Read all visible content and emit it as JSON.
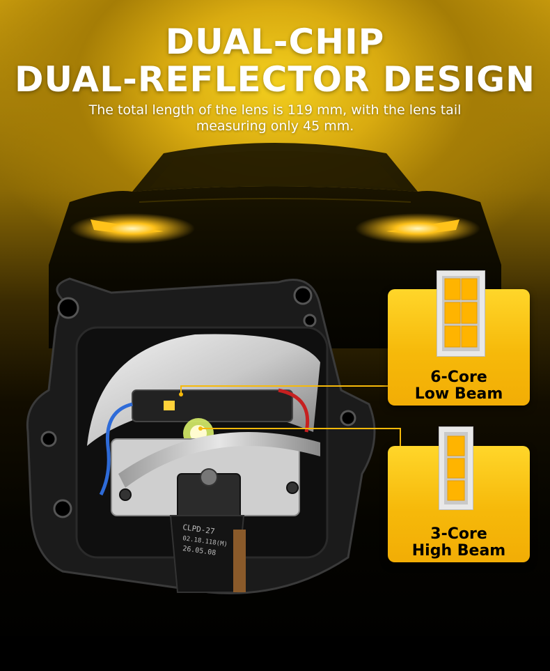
{
  "headline": {
    "line1": "DUAL-CHIP",
    "line2": "DUAL-REFLECTOR DESIGN"
  },
  "subtitle": {
    "line1": "The total length of the lens is 119 mm, with the lens tail",
    "line2": "measuring only 45 mm."
  },
  "low_beam": {
    "label_line1": "6-Core",
    "label_line2": "Low Beam"
  },
  "high_beam": {
    "label_line1": "3-Core",
    "label_line2": "High Beam"
  },
  "motor_label": {
    "line1": "CLPD-27",
    "line2": "02.18.118(M)",
    "line3": "26.05.08"
  },
  "colors": {
    "accent_yellow": "#f6b90a",
    "background_dark": "#000000",
    "headlight_glow": "#ffc21a"
  }
}
